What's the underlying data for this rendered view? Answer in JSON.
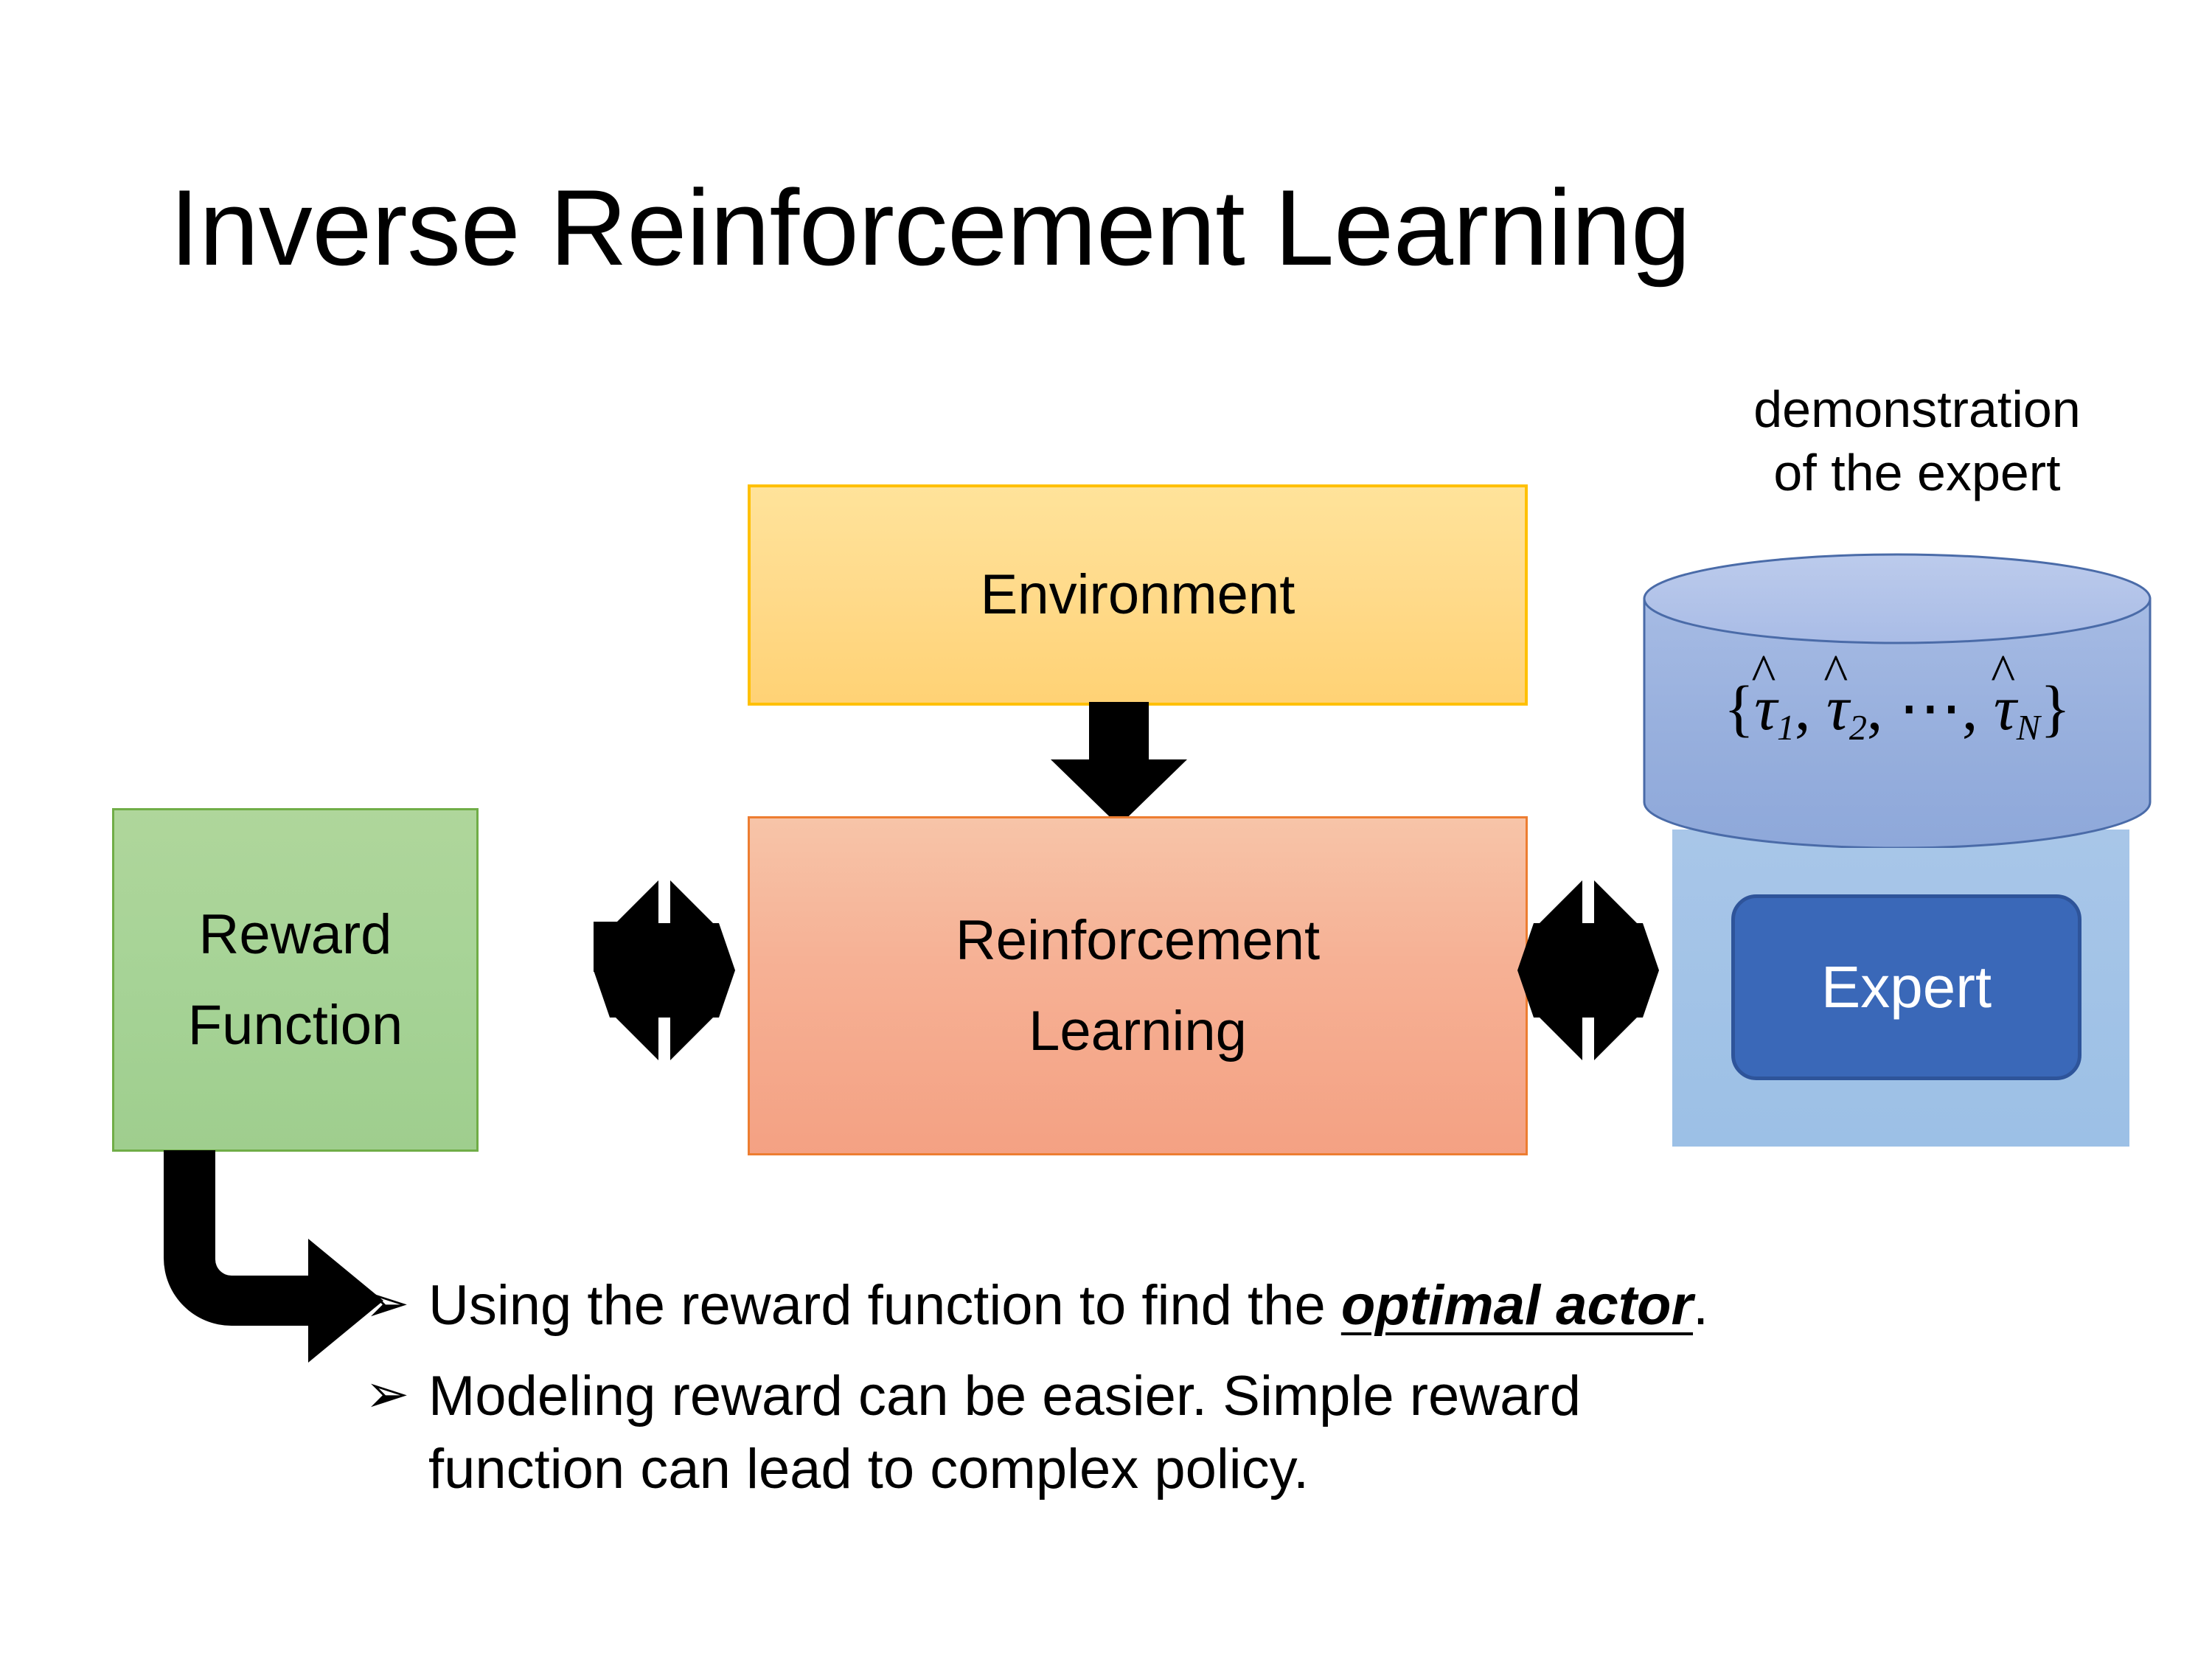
{
  "slide": {
    "title": "Inverse Reinforcement Learning",
    "background_color": "#FFFFFF"
  },
  "diagram": {
    "environment": {
      "label": "Environment",
      "fill_color": "#FFD77F",
      "border_color": "#FFC000"
    },
    "reinforcement_learning": {
      "label_line1": "Reinforcement",
      "label_line2": "Learning",
      "fill_color": "#F6B195",
      "border_color": "#ED7D31"
    },
    "reward_function": {
      "label_line1": "Reward",
      "label_line2": "Function",
      "fill_color": "#A6D396",
      "border_color": "#70AD47"
    },
    "expert": {
      "panel_color": "#9CC0E6",
      "chip_label": "Expert",
      "chip_fill_color": "#3A68B8",
      "chip_border_color": "#2E549A",
      "chip_text_color": "#FFFFFF"
    },
    "demonstration": {
      "caption_line1": "demonstration",
      "caption_line2": "of the expert",
      "cylinder_fill_color": "#96AEDC",
      "cylinder_top_color": "#B4C5E8",
      "cylinder_border_color": "#4A6BA8",
      "formula_plain": "{τ̂1, τ̂2, ⋯, τ̂N}",
      "formula_parts": {
        "open_brace": "{",
        "tau": "τ",
        "hat": "^",
        "sub1": "1",
        "sub2": "2",
        "subN": "N",
        "comma": ",",
        "ellipsis": "⋯",
        "close_brace": "}"
      }
    },
    "arrows": {
      "environment_to_rl": "down-arrow",
      "reward_to_rl": "four-way-arrow",
      "rl_to_expert": "four-way-arrow",
      "reward_to_bullets": "elbow-arrow",
      "color": "#000000"
    }
  },
  "bullets": [
    {
      "marker": "➢",
      "text_before": "Using the reward function to find the ",
      "emphasis": "optimal actor",
      "text_after": ".",
      "line2": ""
    },
    {
      "marker": "➢",
      "text_before": "Modeling reward can be easier. Simple reward",
      "emphasis": "",
      "text_after": "",
      "line2": "function can lead to complex policy."
    }
  ]
}
